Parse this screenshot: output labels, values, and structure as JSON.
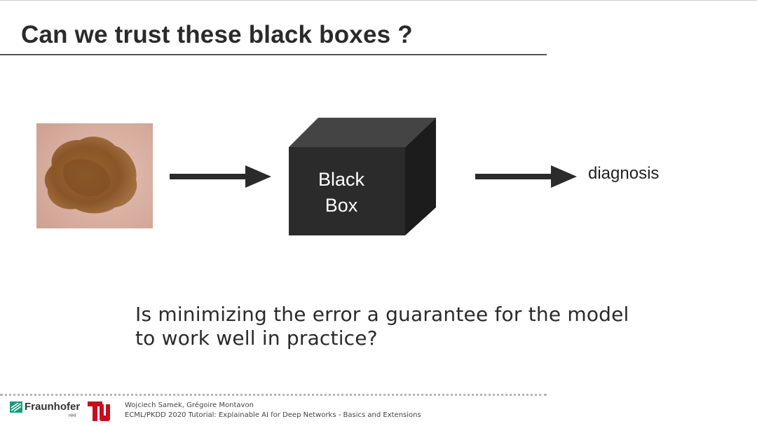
{
  "slide": {
    "title": "Can we trust these black boxes ?",
    "diagram": {
      "box_label_line1": "Black",
      "box_label_line2": "Box",
      "output_label": "diagnosis"
    },
    "question_line1": "Is minimizing the error a guarantee for the model",
    "question_line2": "to work well in practice?"
  },
  "footer": {
    "logo_fraunhofer_text": "Fraunhofer",
    "logo_fraunhofer_sub": "HHI",
    "authors": "Wojciech Samek, Grégoire Montavon",
    "event": "ECML/PKDD 2020 Tutorial: Explainable AI for Deep Networks - Basics and Extensions"
  },
  "colors": {
    "box_front": "#2b2b2b",
    "box_top": "#444444",
    "box_side": "#1c1c1c",
    "arrow": "#2b2b2b",
    "skin": "#d9b3a6",
    "mole": "#8a5a2b",
    "fraunhofer_green": "#179c7d",
    "tu_red": "#c50e1f"
  }
}
